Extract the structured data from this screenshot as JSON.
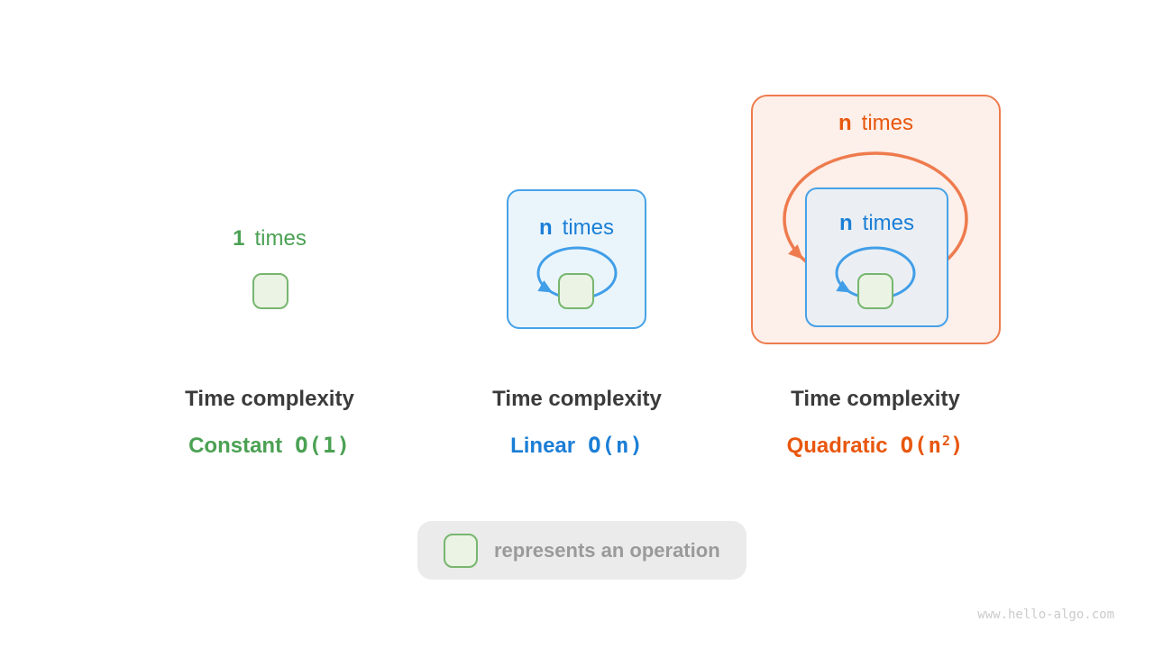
{
  "watermark": "www.hello-algo.com",
  "legend": {
    "icon": "operation-square",
    "text": "represents an operation"
  },
  "colors": {
    "green_text": "#4ba153",
    "green_square_border": "#77b66f",
    "green_square_fill": "#eaf3e4",
    "blue_text": "#1b7ed6",
    "blue_border": "#46a2e8",
    "blue_box_fill": "#eaf5fb",
    "blue_loop": "#419ee8",
    "inner_box_fill": "#ebeff3",
    "orange_text": "#e8570e",
    "orange_border": "#ee7b4e",
    "orange_box_fill": "#fdefe9",
    "dark_text": "#3b3b3b",
    "legend_bg": "#ebebeb",
    "legend_text": "#9a9a9a",
    "watermark_text": "#cbcbcb"
  },
  "diagrams": [
    {
      "name": "constant",
      "times": {
        "count": "1",
        "word": "times"
      },
      "caption": {
        "title": "Time complexity",
        "label": "Constant",
        "big_o_pre": "O(1)",
        "big_o_sup": "",
        "big_o_post": ""
      }
    },
    {
      "name": "linear",
      "times": {
        "count": "n",
        "word": "times"
      },
      "caption": {
        "title": "Time complexity",
        "label": "Linear",
        "big_o_pre": "O(n)",
        "big_o_sup": "",
        "big_o_post": ""
      }
    },
    {
      "name": "quadratic",
      "outer_times": {
        "count": "n",
        "word": "times"
      },
      "inner_times": {
        "count": "n",
        "word": "times"
      },
      "caption": {
        "title": "Time complexity",
        "label": "Quadratic",
        "big_o_pre": "O(n",
        "big_o_sup": "2",
        "big_o_post": ")"
      }
    }
  ]
}
